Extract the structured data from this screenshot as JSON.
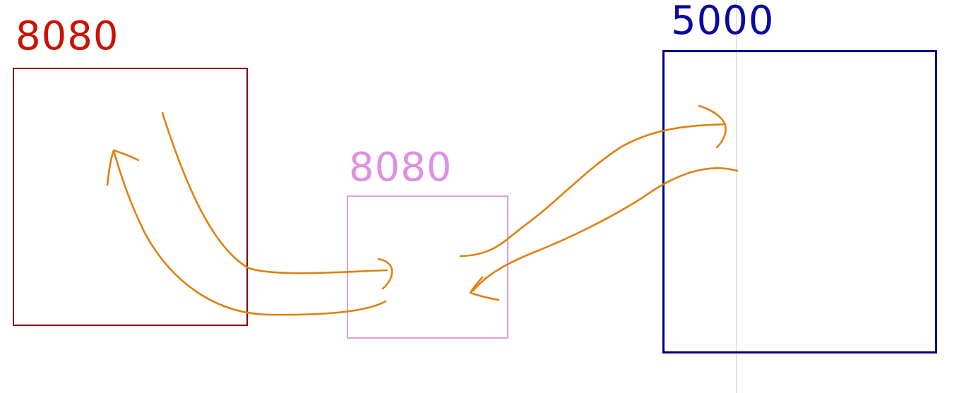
{
  "nodes": {
    "left": {
      "label": "8080",
      "color": "#cc1100",
      "border": "#8b0000"
    },
    "middle": {
      "label": "8080",
      "color": "#e090e0",
      "border": "#dda0dd"
    },
    "right": {
      "label": "5000",
      "color": "#0a0aa0",
      "border": "#000080"
    }
  },
  "arrow_color": "#e08010",
  "guide_color": "#d0d0d0"
}
